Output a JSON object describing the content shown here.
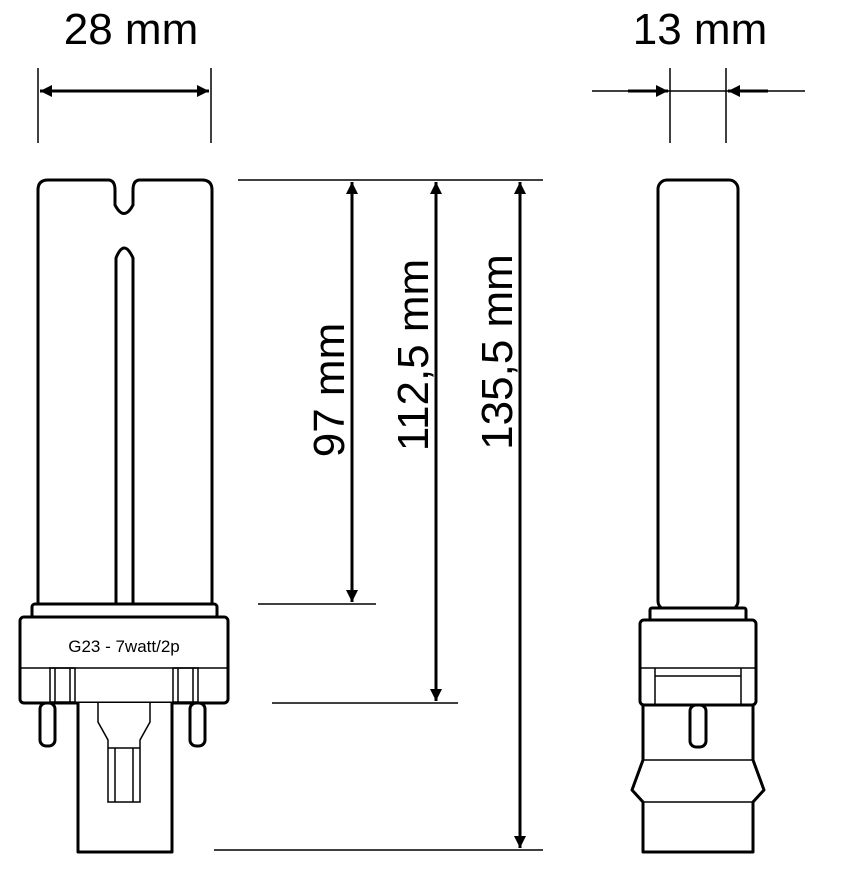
{
  "dimensions": {
    "width_front": "28 mm",
    "width_side": "13 mm",
    "height_glass": "97 mm",
    "height_to_base": "112,5 mm",
    "height_total": "135,5 mm"
  },
  "base_label": "G23 - 7watt/2p"
}
